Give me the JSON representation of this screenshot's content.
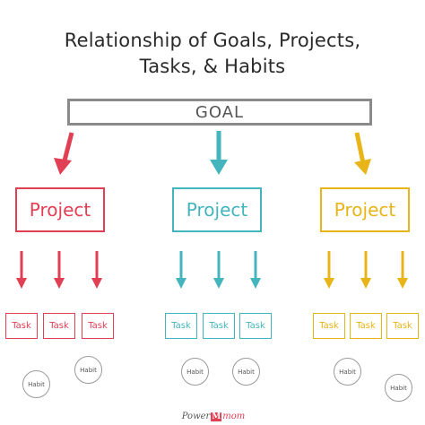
{
  "title_line1": "Relationship of Goals, Projects,",
  "title_line2": "Tasks, & Habits",
  "goal": "GOAL",
  "colors": {
    "red": "#e03f54",
    "teal": "#45b5bd",
    "yellow": "#e8b418",
    "gray": "#8a8a8a"
  },
  "columns": [
    {
      "project": "Project",
      "tasks": [
        "Task",
        "Task",
        "Task"
      ],
      "habits": [
        "Habit",
        "Habit"
      ]
    },
    {
      "project": "Project",
      "tasks": [
        "Task",
        "Task",
        "Task"
      ],
      "habits": [
        "Habit",
        "Habit"
      ]
    },
    {
      "project": "Project",
      "tasks": [
        "Task",
        "Task",
        "Task"
      ],
      "habits": [
        "Habit",
        "Habit"
      ]
    }
  ],
  "logo": {
    "part1": "Power",
    "mark": "M",
    "part2": "mom"
  }
}
